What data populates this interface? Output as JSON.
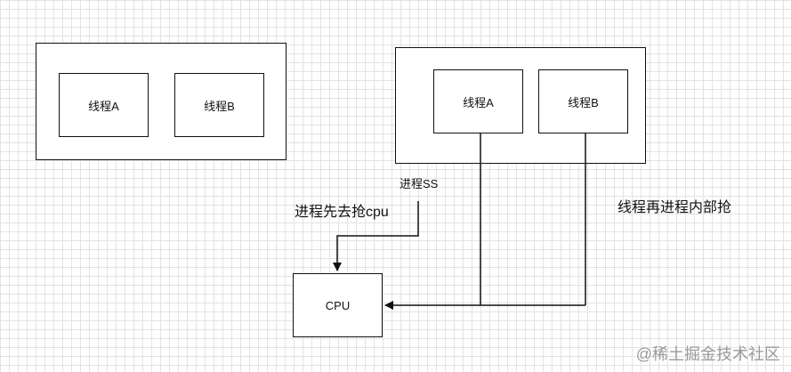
{
  "process_left": {
    "thread_a": "线程A",
    "thread_b": "线程B"
  },
  "process_right": {
    "thread_a": "线程A",
    "thread_b": "线程B",
    "process_label": "进程SS"
  },
  "annotations": {
    "process_compete": "进程先去抢cpu",
    "thread_compete": "线程再进程内部抢"
  },
  "cpu": {
    "label": "CPU"
  },
  "watermark": "@稀土掘金技术社区",
  "colors": {
    "line": "#111111",
    "grid": "#e3e3e3",
    "watermark": "#9a9a9a"
  }
}
